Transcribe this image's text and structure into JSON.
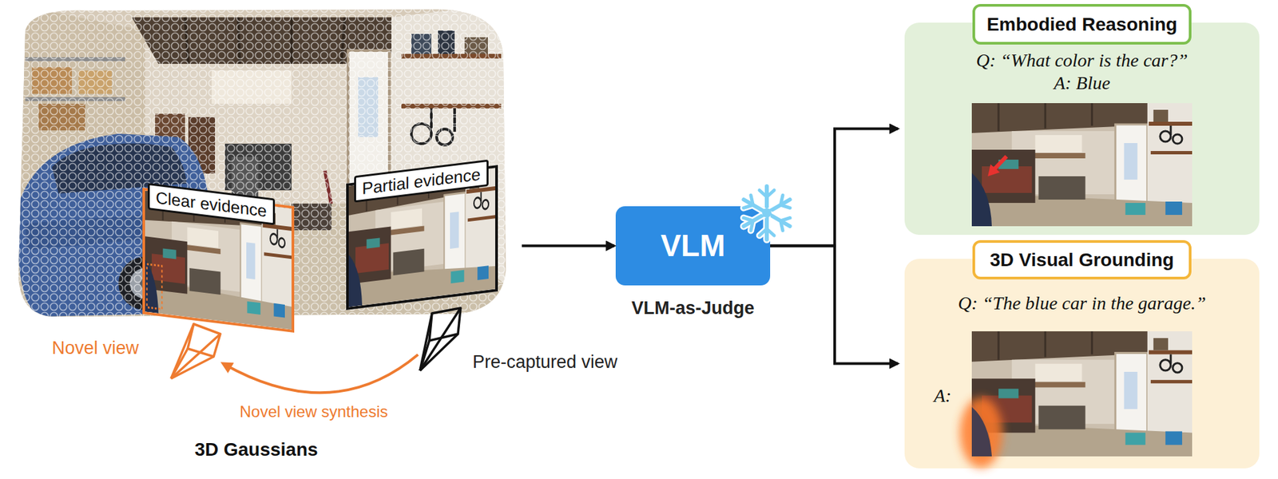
{
  "diagram": {
    "nodes": [
      {
        "text": [
          "3D Gaussians"
        ]
      },
      {
        "text": [
          "Clear evidence"
        ],
        "in": 0
      },
      {
        "text": [
          "Partial evidence"
        ],
        "in": 0
      },
      {
        "text": [
          "VLM",
          "VLM-as-Judge"
        ]
      },
      {
        "text": [
          "Q: “What color is the car?”",
          "A: Blue"
        ]
      },
      {
        "text": [
          "Embodied Reasoning"
        ],
        "in": 4
      },
      {
        "text": [
          "Q: “The blue car in the garage.”",
          "A:"
        ]
      },
      {
        "text": [
          "3D Visual Grounding"
        ],
        "in": 6
      }
    ],
    "edges": [
      {
        "from": 0,
        "to": 3,
        "arrow": "to"
      },
      {
        "from": 3,
        "to": 4,
        "arrow": "to"
      },
      {
        "from": 3,
        "to": 6,
        "arrow": "to"
      }
    ],
    "labels": [
      "Novel view",
      "Pre-captured view",
      "Novel view synthesis"
    ]
  }
}
